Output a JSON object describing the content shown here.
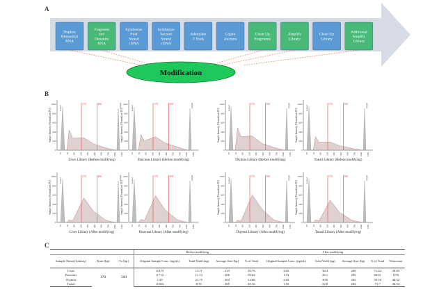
{
  "labels": {
    "a": "A",
    "b": "B",
    "c": "C"
  },
  "workflow": {
    "steps": [
      {
        "label": "Deplete Ribosomal RNA",
        "lines": [
          "Deplete",
          "Ribosomal",
          "RNA"
        ],
        "color": "#5a9bd5",
        "modified": true
      },
      {
        "label": "Fragment and Denature RNA",
        "lines": [
          "Fragment",
          "and",
          "Denature",
          "RNA"
        ],
        "color": "#49b97a",
        "modified": true
      },
      {
        "label": "Synthesize First Strand cDNA",
        "lines": [
          "Synthesize",
          "First",
          "Strand",
          "cDNA"
        ],
        "color": "#5a9bd5",
        "modified": false
      },
      {
        "label": "Synthesize Second Strand cDNA",
        "lines": [
          "Synthesize",
          "Second",
          "Strand",
          "cDNA"
        ],
        "color": "#5a9bd5",
        "modified": false
      },
      {
        "label": "Adenylate 3' Ends",
        "lines": [
          "Adenylate",
          "3' Ends"
        ],
        "color": "#5a9bd5",
        "modified": false
      },
      {
        "label": "Ligate Anchors",
        "lines": [
          "Ligate",
          "Anchors"
        ],
        "color": "#5a9bd5",
        "modified": false
      },
      {
        "label": "Clean Up Fragments",
        "lines": [
          "Clean Up",
          "Fragments"
        ],
        "color": "#49b97a",
        "modified": true
      },
      {
        "label": "Amplify Library",
        "lines": [
          "Amplify",
          "Library"
        ],
        "color": "#49b97a",
        "modified": true
      },
      {
        "label": "Clean Up Library",
        "lines": [
          "Clean Up",
          "Library"
        ],
        "color": "#5a9bd5",
        "modified": false
      },
      {
        "label": "Additional Amplify Library",
        "lines": [
          "Additional",
          "Amplify",
          "Library"
        ],
        "color": "#49b97a",
        "modified": true
      }
    ],
    "modification_label": "Modification",
    "colors": {
      "blue_box": "#5a9bd5",
      "green_box": "#49b97a",
      "ellipse": "#1ec85a",
      "arrow": "#d6dbe6",
      "dashed": "#e8906e"
    }
  },
  "electropherograms": {
    "y_axis_label": "Sample Intensity [Normalized FU]",
    "y_ticks": [
      "0",
      "200",
      "400",
      "600",
      "800",
      "1000"
    ],
    "marker_lower": "Lower",
    "marker_upper": "Upper",
    "red_color": "#e8403a",
    "panels": [
      {
        "title": "Liver Library (Before modifying)",
        "x_ticks": [
          "25",
          "50",
          "100",
          "200",
          "300",
          "400",
          "500",
          "700",
          "1000",
          "1500"
        ],
        "red1": "170",
        "red2": "500",
        "shape": [
          0.45,
          0.28,
          0.14,
          0.05
        ]
      },
      {
        "title": "Pancreas Library (Before modifying)",
        "x_ticks": [
          "25",
          "50",
          "100",
          "200",
          "300",
          "400",
          "500",
          "700",
          "1000",
          "1500"
        ],
        "red1": "170",
        "red2": "500",
        "shape": [
          0.35,
          0.3,
          0.16,
          0.07
        ]
      },
      {
        "title": "Thymus Library (Before modifying)",
        "x_ticks": [
          "25",
          "50",
          "100",
          "200",
          "300",
          "400",
          "500",
          "700",
          "1000",
          "1500"
        ],
        "red1": "170",
        "red2": "500",
        "shape": [
          0.5,
          0.32,
          0.15,
          0.06
        ]
      },
      {
        "title": "Tonsil Library (Before modifying)",
        "x_ticks": [
          "25",
          "50",
          "100",
          "200",
          "300",
          "400",
          "500",
          "700",
          "1000",
          "1500"
        ],
        "red1": "170",
        "red2": "500",
        "shape": [
          0.3,
          0.18,
          0.1,
          0.04
        ]
      },
      {
        "title": "Liver Library (After modifying)",
        "x_ticks": [
          "25",
          "50",
          "100",
          "200",
          "300",
          "400",
          "500",
          "700",
          "1000",
          "1500"
        ],
        "red1": "170",
        "red2": "500",
        "shape": [
          0.06,
          0.55,
          0.25,
          0.05
        ]
      },
      {
        "title": "Pancreas Library (After modifying)",
        "x_ticks": [
          "25",
          "50",
          "100",
          "200",
          "300",
          "400",
          "500",
          "700",
          "1000",
          "1500"
        ],
        "red1": "170",
        "red2": "500",
        "shape": [
          0.07,
          0.6,
          0.28,
          0.06
        ]
      },
      {
        "title": "Thymus Library (After modifying)",
        "x_ticks": [
          "25",
          "50",
          "100",
          "200",
          "300",
          "400",
          "500",
          "700",
          "1000",
          "1500"
        ],
        "red1": "170",
        "red2": "500",
        "shape": [
          0.05,
          0.62,
          0.3,
          0.05
        ]
      },
      {
        "title": "Tonsil Library (After modifying)",
        "x_ticks": [
          "25",
          "50",
          "100",
          "200",
          "300",
          "400",
          "500",
          "700",
          "1000",
          "1500"
        ],
        "red1": "170",
        "red2": "500",
        "shape": [
          0.06,
          0.5,
          0.22,
          0.05
        ]
      }
    ]
  },
  "table": {
    "group_before": "Before modifying",
    "group_after": "After modifying",
    "headers": {
      "sample": "Sample Name (Library)",
      "from": "From [bp]",
      "to": "To [bp]",
      "orig_conc": "Original Sample Conc. (ng/uL)",
      "total_yield": "Total Yield (ng)",
      "avg_size": "Average Size [bp]",
      "pct_total": "% of Total",
      "increase": "%Increase"
    },
    "from_value": "170",
    "to_value": "500",
    "rows": [
      {
        "name": "Liver",
        "b_conc": "0.874",
        "b_yield": "13.11",
        "b_size": "213",
        "b_pct": "26.79",
        "a_conc": "2.02",
        "a_yield": "30.3",
        "a_size": "209",
        "a_pct": "71.42",
        "inc": "44.63"
      },
      {
        "name": "Pancreas",
        "b_conc": "0.712",
        "b_yield": "11.13",
        "b_size": "206",
        "b_pct": "59.62",
        "a_conc": "1.74",
        "a_yield": "26.1",
        "a_size": "205",
        "a_pct": "68.61",
        "inc": "8.99"
      },
      {
        "name": "Thymus",
        "b_conc": "1.45",
        "b_yield": "21.75",
        "b_size": "204",
        "b_pct": "14.86",
        "a_conc": "2.04",
        "a_yield": "30.6",
        "a_size": "202",
        "a_pct": "50.18",
        "inc": "40.52"
      },
      {
        "name": "Tonsil",
        "b_conc": "0.584",
        "b_yield": "8.76",
        "b_size": "205",
        "b_pct": "45.16",
        "a_conc": "1.52",
        "a_yield": "22.8",
        "a_size": "202",
        "a_pct": "71.7",
        "inc": "26.54"
      }
    ]
  }
}
